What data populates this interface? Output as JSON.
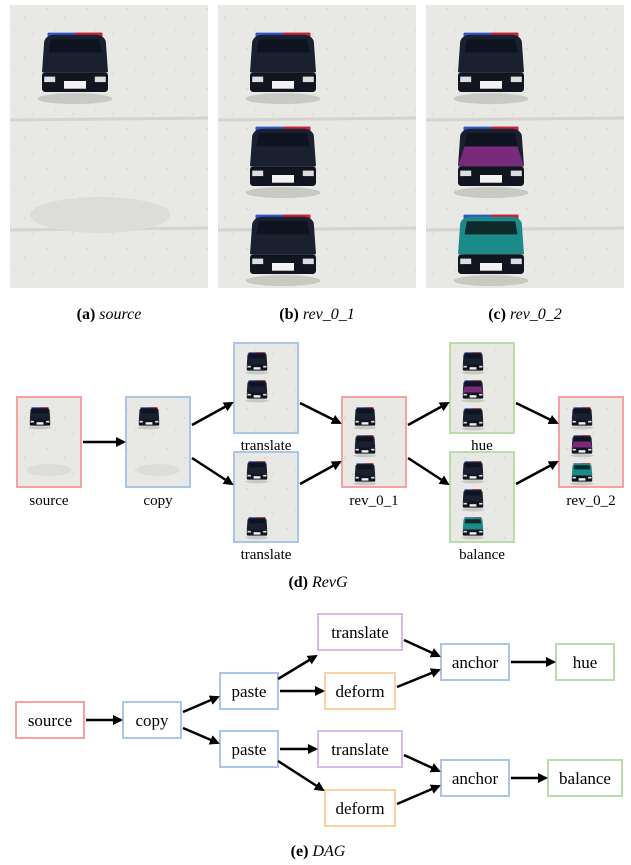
{
  "colors": {
    "source": "#f3a3a0",
    "copy": "#a9c6e6",
    "translate": "#a9c6e6",
    "rev": "#f3a3a0",
    "hue": "#b9dca9",
    "balance": "#b9dca9",
    "dag_source": "#f3a3a0",
    "dag_copy": "#a9c6e6",
    "dag_paste": "#a9c6e6",
    "dag_anchor": "#a9c6e6",
    "dag_translate": "#d9b9e6",
    "dag_deform": "#f8d3a3",
    "dag_hue": "#b9dca9",
    "dag_balance": "#b9dca9",
    "car_body": "#1a2030",
    "car_purple": "#7a2a7a",
    "car_teal": "#1d8a8a",
    "ground": "#e9e9e6"
  },
  "panels": {
    "a": {
      "letter": "(a)",
      "name": "source"
    },
    "b": {
      "letter": "(b)",
      "name": "rev_0_1"
    },
    "c": {
      "letter": "(c)",
      "name": "rev_0_2"
    },
    "d": {
      "letter": "(d)",
      "name": "RevG"
    },
    "e": {
      "letter": "(e)",
      "name": "DAG"
    }
  },
  "revg_nodes": {
    "source": "source",
    "copy": "copy",
    "translate_top": "translate",
    "translate_bottom": "translate",
    "rev_0_1": "rev_0_1",
    "hue": "hue",
    "balance": "balance",
    "rev_0_2": "rev_0_2"
  },
  "dag_nodes": {
    "source": "source",
    "copy": "copy",
    "paste_top": "paste",
    "paste_bottom": "paste",
    "translate_top": "translate",
    "deform_top": "deform",
    "translate_bottom": "translate",
    "deform_bottom": "deform",
    "anchor_top": "anchor",
    "anchor_bottom": "anchor",
    "hue": "hue",
    "balance": "balance"
  }
}
